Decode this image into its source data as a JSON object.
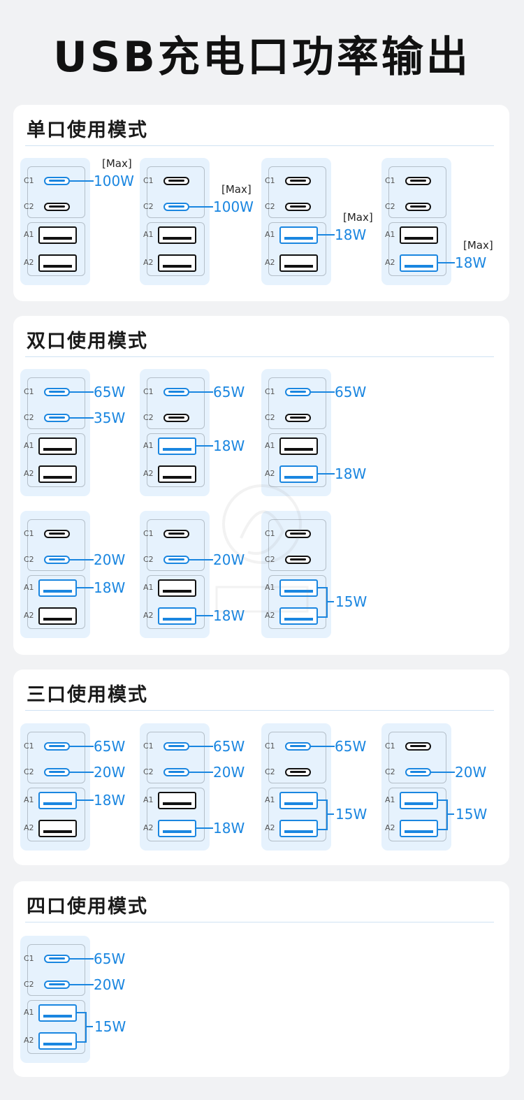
{
  "title": "USB充电口功率输出",
  "port_labels": {
    "c1": "C1",
    "c2": "C2",
    "a1": "A1",
    "a2": "A2"
  },
  "max_label": "[Max]",
  "colors": {
    "active": "#1a86e0",
    "inactive": "#111111",
    "panel": "#e6f2fd"
  },
  "sections": [
    {
      "title": "单口使用模式",
      "configs": [
        {
          "c1": "100W",
          "max": true
        },
        {
          "c2": "100W",
          "max": true
        },
        {
          "a1": "18W",
          "max": true
        },
        {
          "a2": "18W",
          "max": true
        }
      ]
    },
    {
      "title": "双口使用模式",
      "configs": [
        {
          "c1": "65W",
          "c2": "35W"
        },
        {
          "c1": "65W",
          "a1": "18W"
        },
        {
          "c1": "65W",
          "a2": "18W"
        },
        {
          "c2": "20W",
          "a1": "18W"
        },
        {
          "c2": "20W",
          "a2": "18W"
        },
        {
          "a12": "15W"
        }
      ]
    },
    {
      "title": "三口使用模式",
      "configs": [
        {
          "c1": "65W",
          "c2": "20W",
          "a1": "18W"
        },
        {
          "c1": "65W",
          "c2": "20W",
          "a2": "18W"
        },
        {
          "c1": "65W",
          "a12": "15W"
        },
        {
          "c2": "20W",
          "a12": "15W"
        }
      ]
    },
    {
      "title": "四口使用模式",
      "configs": [
        {
          "c1": "65W",
          "c2": "20W",
          "a12": "15W"
        }
      ]
    }
  ]
}
